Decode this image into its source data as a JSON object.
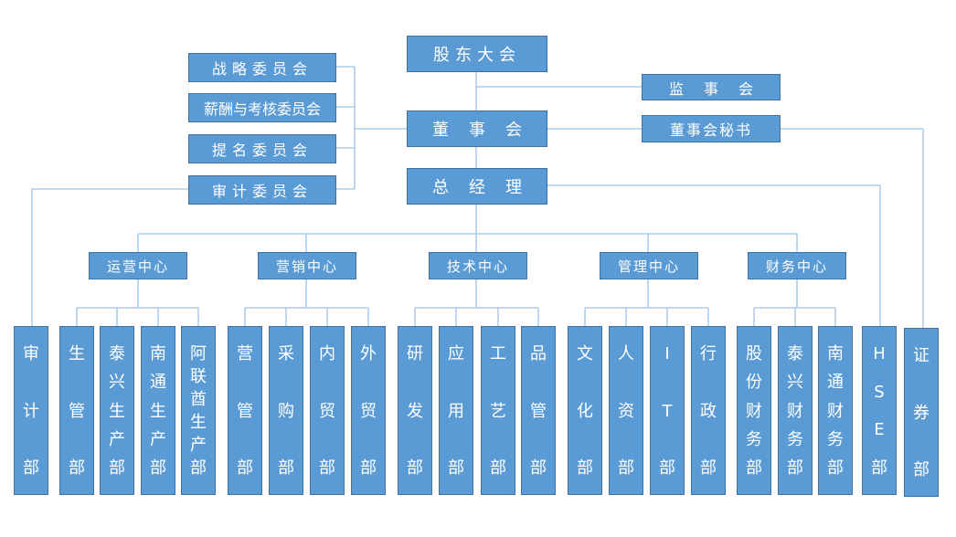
{
  "shareholders": "股东大会",
  "board": "董事会",
  "gm": "总经理",
  "supervisors": "监事会",
  "board_secretary": "董事会秘书",
  "committees": [
    "战略委员会",
    "薪酬与考核委员会",
    "提名委员会",
    "审计委员会"
  ],
  "centers": [
    "运营中心",
    "营销中心",
    "技术中心",
    "管理中心",
    "财务中心"
  ],
  "departments": [
    "审计部",
    "生管部",
    "泰兴生产部",
    "南通生产部",
    "阿联酋生产部",
    "营管部",
    "采购部",
    "内贸部",
    "外贸部",
    "研发部",
    "应用部",
    "工艺部",
    "品管部",
    "文化部",
    "人资部",
    "IT部",
    "行政部",
    "股份财务部",
    "泰兴财务部",
    "南通财务部",
    "HSE部",
    "证券部"
  ],
  "colors": {
    "box": "#5B9BD5",
    "border": "#41719C",
    "line": "#9DC3E6"
  }
}
